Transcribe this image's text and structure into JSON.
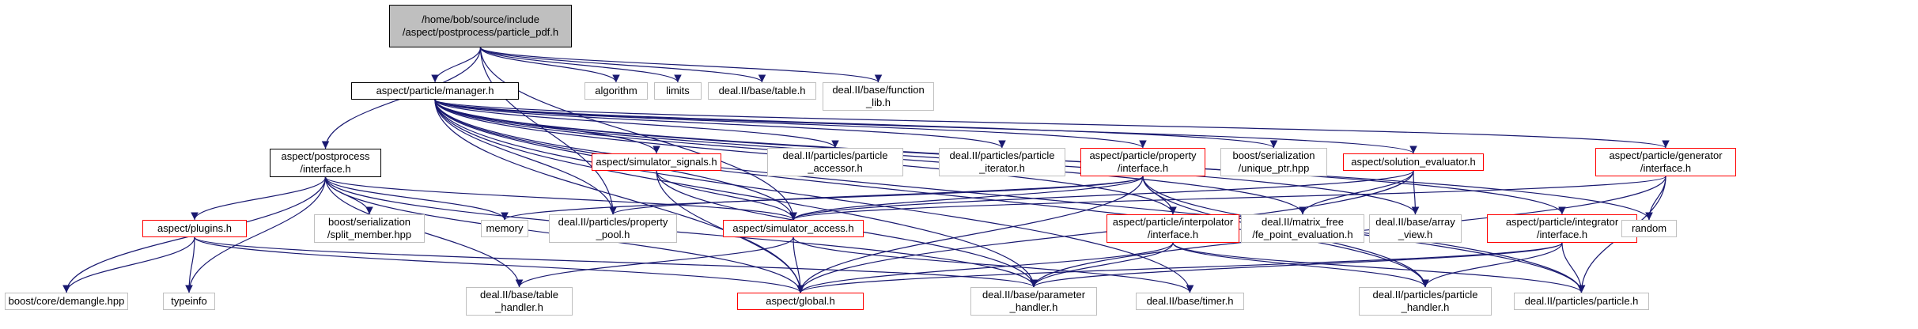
{
  "nodes": [
    {
      "id": "n0",
      "kind": "root",
      "lines": [
        "/home/bob/source/include",
        "/aspect/postprocess/particle_pdf.h"
      ]
    },
    {
      "id": "n1",
      "kind": "local",
      "lines": [
        "aspect/particle/manager.h"
      ]
    },
    {
      "id": "n2",
      "kind": "ext",
      "lines": [
        "algorithm"
      ]
    },
    {
      "id": "n3",
      "kind": "ext",
      "lines": [
        "limits"
      ]
    },
    {
      "id": "n4",
      "kind": "ext",
      "lines": [
        "deal.II/base/table.h"
      ]
    },
    {
      "id": "n5",
      "kind": "ext",
      "lines": [
        "deal.II/base/function",
        "_lib.h"
      ]
    },
    {
      "id": "n6",
      "kind": "local",
      "lines": [
        "aspect/postprocess",
        "/interface.h"
      ]
    },
    {
      "id": "n7",
      "kind": "red",
      "lines": [
        "aspect/simulator_signals.h"
      ]
    },
    {
      "id": "n8",
      "kind": "ext",
      "lines": [
        "deal.II/particles/particle",
        "_accessor.h"
      ]
    },
    {
      "id": "n9",
      "kind": "ext",
      "lines": [
        "deal.II/particles/particle",
        "_iterator.h"
      ]
    },
    {
      "id": "n10",
      "kind": "red",
      "lines": [
        "aspect/particle/property",
        "/interface.h"
      ]
    },
    {
      "id": "n11",
      "kind": "ext",
      "lines": [
        "boost/serialization",
        "/unique_ptr.hpp"
      ]
    },
    {
      "id": "n12",
      "kind": "red",
      "lines": [
        "aspect/solution_evaluator.h"
      ]
    },
    {
      "id": "n13",
      "kind": "red",
      "lines": [
        "aspect/particle/generator",
        "/interface.h"
      ]
    },
    {
      "id": "n14",
      "kind": "red",
      "lines": [
        "aspect/plugins.h"
      ]
    },
    {
      "id": "n15",
      "kind": "ext",
      "lines": [
        "boost/serialization",
        "/split_member.hpp"
      ]
    },
    {
      "id": "n16",
      "kind": "ext",
      "lines": [
        "memory"
      ]
    },
    {
      "id": "n17",
      "kind": "ext",
      "lines": [
        "deal.II/particles/property",
        "_pool.h"
      ]
    },
    {
      "id": "n18",
      "kind": "red",
      "lines": [
        "aspect/simulator_access.h"
      ]
    },
    {
      "id": "n19",
      "kind": "red",
      "lines": [
        "aspect/particle/interpolator",
        "/interface.h"
      ]
    },
    {
      "id": "n20",
      "kind": "ext",
      "lines": [
        "deal.II/matrix_free",
        "/fe_point_evaluation.h"
      ]
    },
    {
      "id": "n21",
      "kind": "ext",
      "lines": [
        "deal.II/base/array",
        "_view.h"
      ]
    },
    {
      "id": "n22",
      "kind": "red",
      "lines": [
        "aspect/particle/integrator",
        "/interface.h"
      ]
    },
    {
      "id": "n23",
      "kind": "ext",
      "lines": [
        "random"
      ]
    },
    {
      "id": "n24",
      "kind": "ext",
      "lines": [
        "boost/core/demangle.hpp"
      ]
    },
    {
      "id": "n25",
      "kind": "ext",
      "lines": [
        "typeinfo"
      ]
    },
    {
      "id": "n26",
      "kind": "ext",
      "lines": [
        "deal.II/base/table",
        "_handler.h"
      ]
    },
    {
      "id": "n27",
      "kind": "red",
      "lines": [
        "aspect/global.h"
      ]
    },
    {
      "id": "n28",
      "kind": "ext",
      "lines": [
        "deal.II/base/parameter",
        "_handler.h"
      ]
    },
    {
      "id": "n29",
      "kind": "ext",
      "lines": [
        "deal.II/base/timer.h"
      ]
    },
    {
      "id": "n30",
      "kind": "ext",
      "lines": [
        "deal.II/particles/particle",
        "_handler.h"
      ]
    },
    {
      "id": "n31",
      "kind": "ext",
      "lines": [
        "deal.II/particles/particle.h"
      ]
    }
  ],
  "edges": [
    [
      "n0",
      "n1"
    ],
    [
      "n0",
      "n2"
    ],
    [
      "n0",
      "n3"
    ],
    [
      "n0",
      "n4"
    ],
    [
      "n0",
      "n5"
    ],
    [
      "n0",
      "n6"
    ],
    [
      "n0",
      "n17"
    ],
    [
      "n0",
      "n18"
    ],
    [
      "n1",
      "n7"
    ],
    [
      "n1",
      "n8"
    ],
    [
      "n1",
      "n9"
    ],
    [
      "n1",
      "n10"
    ],
    [
      "n1",
      "n11"
    ],
    [
      "n1",
      "n12"
    ],
    [
      "n1",
      "n13"
    ],
    [
      "n1",
      "n19"
    ],
    [
      "n1",
      "n22"
    ],
    [
      "n1",
      "n18"
    ],
    [
      "n1",
      "n27"
    ],
    [
      "n1",
      "n17"
    ],
    [
      "n1",
      "n20"
    ],
    [
      "n1",
      "n21"
    ],
    [
      "n1",
      "n23"
    ],
    [
      "n1",
      "n28"
    ],
    [
      "n1",
      "n29"
    ],
    [
      "n1",
      "n30"
    ],
    [
      "n1",
      "n31"
    ],
    [
      "n6",
      "n14"
    ],
    [
      "n6",
      "n15"
    ],
    [
      "n6",
      "n16"
    ],
    [
      "n6",
      "n18"
    ],
    [
      "n6",
      "n24"
    ],
    [
      "n6",
      "n25"
    ],
    [
      "n6",
      "n26"
    ],
    [
      "n6",
      "n27"
    ],
    [
      "n6",
      "n28"
    ],
    [
      "n7",
      "n18"
    ],
    [
      "n7",
      "n27"
    ],
    [
      "n7",
      "n28"
    ],
    [
      "n10",
      "n16"
    ],
    [
      "n10",
      "n17"
    ],
    [
      "n10",
      "n18"
    ],
    [
      "n10",
      "n19"
    ],
    [
      "n10",
      "n27"
    ],
    [
      "n10",
      "n30"
    ],
    [
      "n10",
      "n31"
    ],
    [
      "n12",
      "n18"
    ],
    [
      "n12",
      "n20"
    ],
    [
      "n12",
      "n21"
    ],
    [
      "n12",
      "n27"
    ],
    [
      "n13",
      "n18"
    ],
    [
      "n13",
      "n23"
    ],
    [
      "n13",
      "n28"
    ],
    [
      "n13",
      "n31"
    ],
    [
      "n14",
      "n24"
    ],
    [
      "n14",
      "n25"
    ],
    [
      "n14",
      "n27"
    ],
    [
      "n14",
      "n28"
    ],
    [
      "n18",
      "n26"
    ],
    [
      "n18",
      "n27"
    ],
    [
      "n18",
      "n29"
    ],
    [
      "n19",
      "n27"
    ],
    [
      "n19",
      "n28"
    ],
    [
      "n19",
      "n30"
    ],
    [
      "n19",
      "n31"
    ],
    [
      "n22",
      "n27"
    ],
    [
      "n22",
      "n28"
    ],
    [
      "n22",
      "n30"
    ],
    [
      "n22",
      "n31"
    ]
  ]
}
